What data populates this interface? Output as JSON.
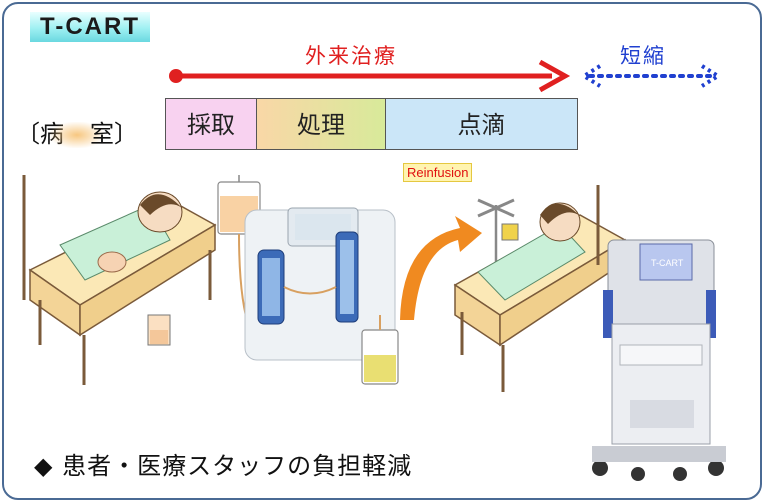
{
  "title": "T-CART",
  "flow": {
    "outpatient_label": "外来治療",
    "shorten_label": "短縮"
  },
  "timeline": {
    "ward_label": [
      "〔病",
      "室〕"
    ],
    "segments": [
      "採取",
      "処理",
      "点滴"
    ]
  },
  "reinfusion_label": "Reinfusion",
  "device_screen_text": "T-CART",
  "bottom_text": "◆ 患者・医療スタッフの負担軽減",
  "colors": {
    "frame": "#4a6a94",
    "red_arrow": "#e02020",
    "blue_arrow": "#2040d0",
    "collect_segment": "#f8d2f0",
    "process_segment": "#f9d7a7",
    "drip_segment": "#cbe6f8"
  }
}
